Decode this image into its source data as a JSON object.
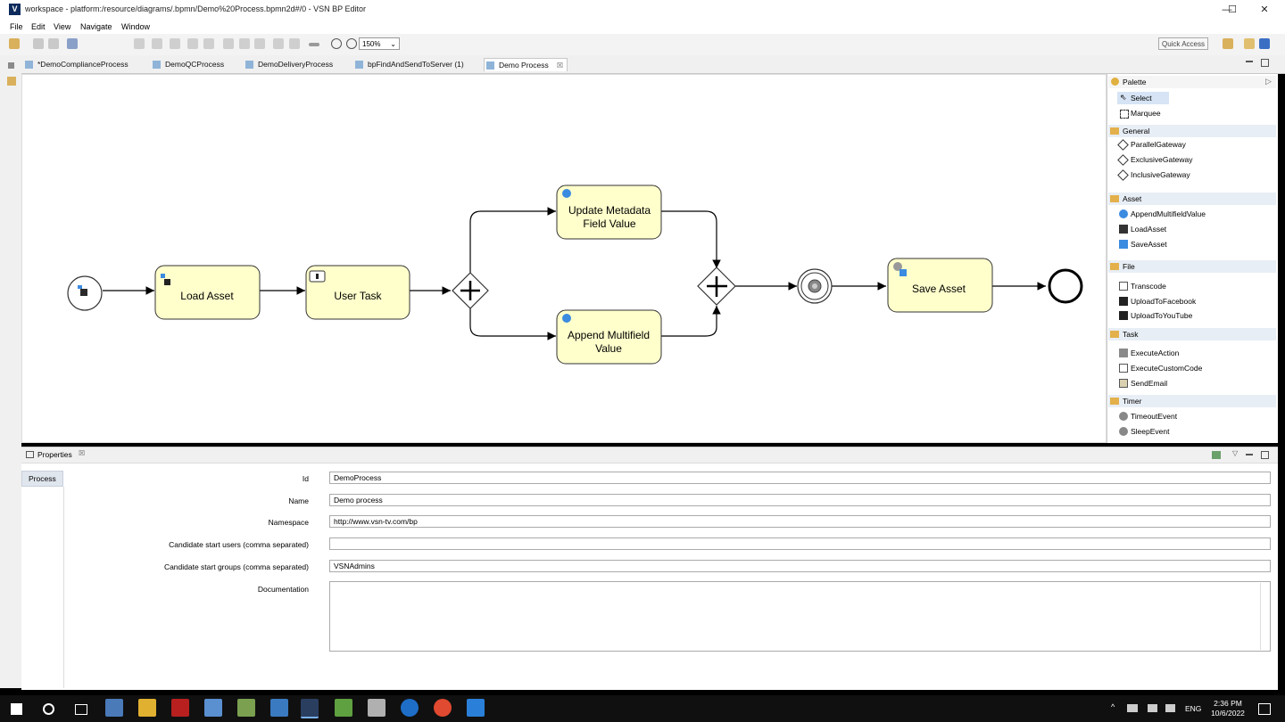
{
  "window": {
    "title": "workspace - platform:/resource/diagrams/.bpmn/Demo%20Process.bpmn2d#/0 - VSN BP Editor",
    "minimize": "—",
    "maximize": "☐",
    "close": "✕"
  },
  "menu": [
    "File",
    "Edit",
    "View",
    "Navigate",
    "Window"
  ],
  "toolbar": {
    "zoom": "150%",
    "quick_access": "Quick Access"
  },
  "tabs": [
    {
      "label": "*DemoComplianceProcess"
    },
    {
      "label": "DemoQCProcess"
    },
    {
      "label": "DemoDeliveryProcess"
    },
    {
      "label": "bpFindAndSendToServer (1)"
    },
    {
      "label": "Demo Process",
      "close": "☒"
    }
  ],
  "diagram": {
    "tasks": {
      "load_asset": "Load Asset",
      "user_task": "User Task",
      "update_metadata_1": "Update Metadata",
      "update_metadata_2": "Field Value",
      "append_multifield_1": "Append Multifield",
      "append_multifield_2": "Value",
      "save_asset": "Save Asset"
    }
  },
  "palette": {
    "title": "Palette",
    "tools": [
      "Select",
      "Marquee"
    ],
    "groups": [
      {
        "name": "General",
        "items": [
          "ParallelGateway",
          "ExclusiveGateway",
          "InclusiveGateway"
        ]
      },
      {
        "name": "Asset",
        "items": [
          "AppendMultifieldValue",
          "LoadAsset",
          "SaveAsset"
        ]
      },
      {
        "name": "File",
        "items": [
          "Transcode",
          "UploadToFacebook",
          "UploadToYouTube"
        ]
      },
      {
        "name": "Task",
        "items": [
          "ExecuteAction",
          "ExecuteCustomCode",
          "SendEmail"
        ]
      },
      {
        "name": "Timer",
        "items": [
          "TimeoutEvent",
          "SleepEvent"
        ]
      }
    ]
  },
  "properties": {
    "title": "Properties",
    "section": "Process",
    "fields": {
      "id": {
        "label": "Id",
        "value": "DemoProcess"
      },
      "name": {
        "label": "Name",
        "value": "Demo process"
      },
      "namespace": {
        "label": "Namespace",
        "value": "http://www.vsn-tv.com/bp"
      },
      "start_users": {
        "label": "Candidate start users (comma separated)",
        "value": ""
      },
      "start_groups": {
        "label": "Candidate start groups (comma separated)",
        "value": "VSNAdmins"
      },
      "documentation": {
        "label": "Documentation",
        "value": ""
      }
    }
  },
  "taskbar": {
    "lang": "ENG",
    "time": "2:36 PM",
    "date": "10/6/2022"
  }
}
